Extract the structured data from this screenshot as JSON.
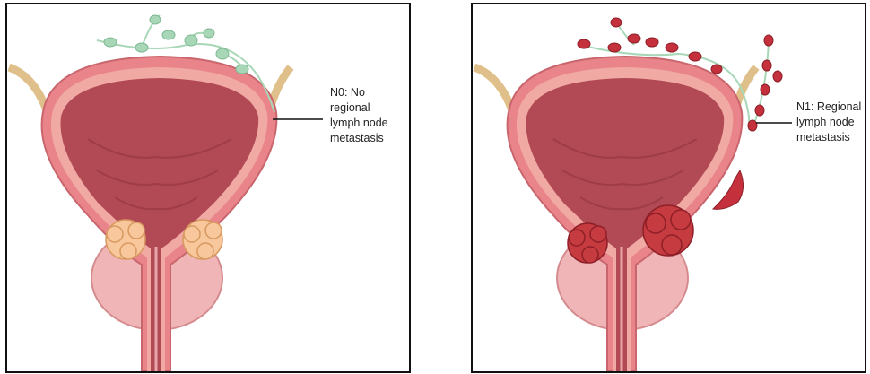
{
  "panels": [
    {
      "stage": "N0",
      "caption": "N0: No\nregional\nlymph node\nmetastasis"
    },
    {
      "stage": "N1",
      "caption": "N1: Regional\nlymph node\nmetastasis"
    }
  ],
  "colors": {
    "bladder_wall": "#e8848a",
    "bladder_outer": "#f1a9a4",
    "bladder_lumen": "#b24a55",
    "ureter": "#e9cd95",
    "lymph_normal": "#a7d7b6",
    "lymph_metastatic": "#c4303c",
    "tumor_low": "#f8c79b",
    "tumor_high": "#c53b3f",
    "prostate": "#f0b6b7"
  },
  "icons": [
    "bladder-illustration",
    "lymph-node-icon",
    "tumor-icon"
  ]
}
